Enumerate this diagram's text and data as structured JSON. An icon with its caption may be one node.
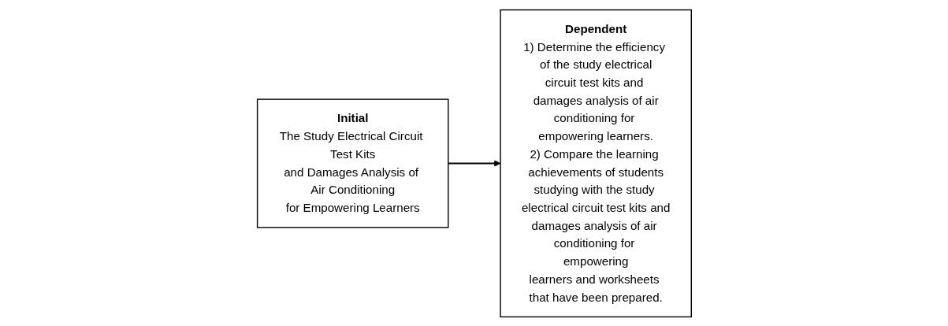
{
  "diagram": {
    "nodes": [
      {
        "text": [
          "Initial",
          "The Study Electrical Circuit Test Kits and Damages Analysis of Air Conditioning for Empowering Learners"
        ]
      },
      {
        "text": [
          "Dependent",
          "1) Determine the efficiency of the study electrical circuit test kits and damages analysis of air conditioning for empowering learners.",
          "2) Compare the learning achievements of students studying with the study electrical circuit test kits and damages analysis of air conditioning for empowering learners and worksheets that have been prepared."
        ]
      }
    ],
    "edges": [
      {
        "from": 0,
        "to": 1,
        "arrow": "to"
      }
    ]
  }
}
